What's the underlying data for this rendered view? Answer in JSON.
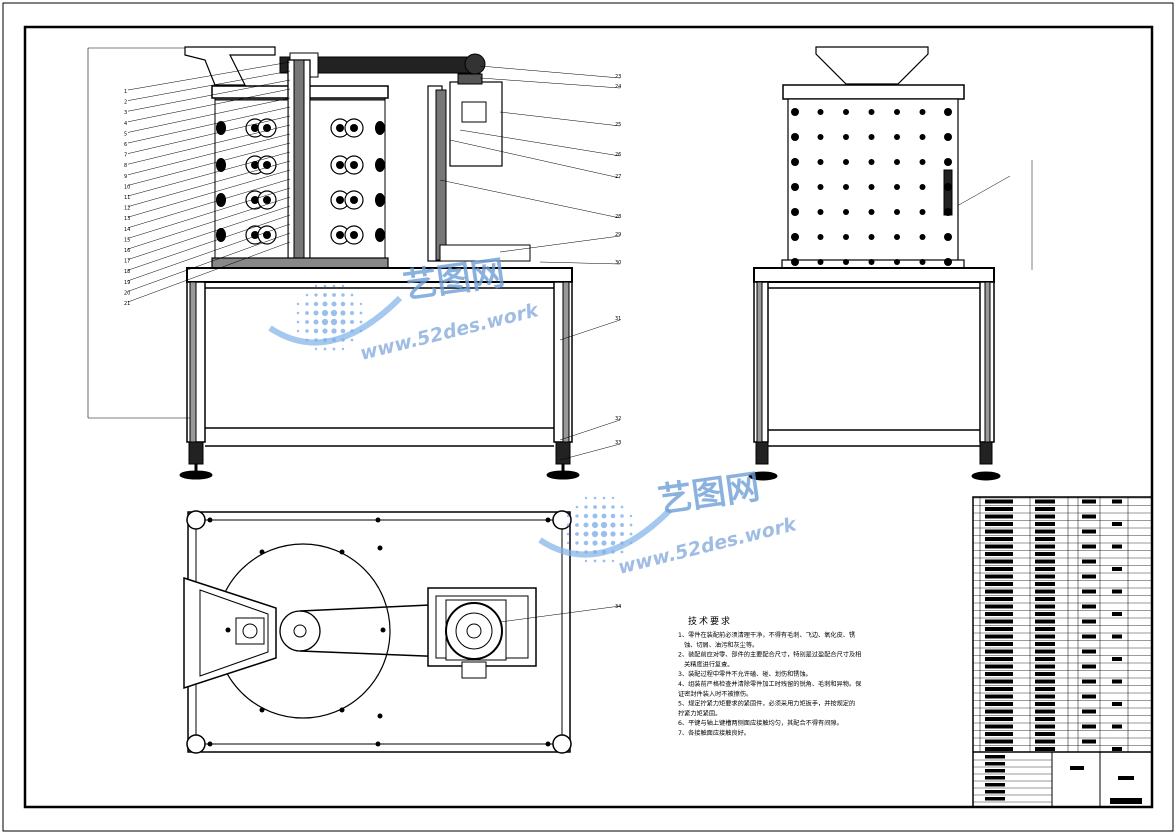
{
  "watermark": {
    "cn": "艺图网",
    "url": "www.52des.work"
  },
  "tech_requirements": {
    "title": "技术要求",
    "lines": [
      "1、零件在装配前必须清理干净，不得有毛刺、飞边、氧化皮、锈",
      "蚀、切屑、油污和灰尘等。",
      "2、装配前应对零、部件的主要配合尺寸，特别是过盈配合尺寸及相",
      "关精度进行复查。",
      "3、装配过程中零件不允许磕、碰、划伤和锈蚀。",
      "4、组装前严格检查并清除零件加工时残留的锐角、毛刺和异物。保",
      "证密封件装入时不被擦伤。",
      "5、规定拧紧力矩要求的紧固件，必须采用力矩扳手，并按规定的",
      "拧紧力矩紧固。",
      "6、平键与轴上键槽两侧面应接触均匀，其配合不得有间隙。",
      "7、各接触面应接触良好。"
    ]
  },
  "part_numbers": {
    "left": [
      "1",
      "2",
      "3",
      "4",
      "5",
      "6",
      "7",
      "8",
      "9",
      "10",
      "11",
      "12",
      "13",
      "14",
      "15",
      "16",
      "17",
      "18",
      "19",
      "20",
      "21"
    ],
    "right": [
      "23",
      "24",
      "25",
      "26",
      "27",
      "28",
      "29",
      "30",
      "31",
      "32",
      "33"
    ],
    "plan": "34"
  },
  "colors": {
    "line": "#000000",
    "watermark": "#6f9fd8"
  }
}
